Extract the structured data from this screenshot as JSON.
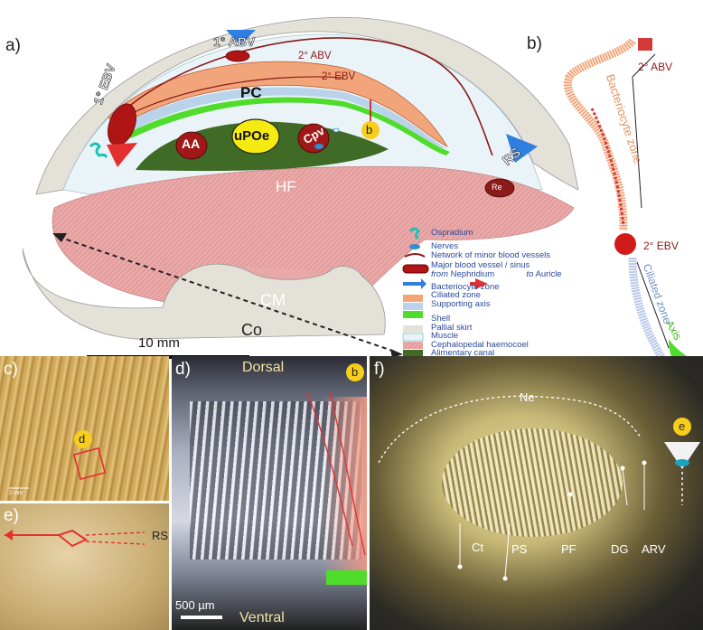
{
  "panels": {
    "a": "a)",
    "b": "b)",
    "c": "c)",
    "d": "d)",
    "e": "e)",
    "f": "f)"
  },
  "panel_a": {
    "labels": {
      "abv1": "1° ABV",
      "abv2": "2° ABV",
      "ebv2": "2° EBV",
      "ebv1": "1° EBV",
      "pc": "PC",
      "aa": "AA",
      "upoe": "uPOe",
      "cpv": "Cpv",
      "b_marker": "b",
      "hf": "HF",
      "rs": "RS",
      "re": "Re",
      "cm": "CM",
      "co": "Co",
      "scale": "10 mm"
    },
    "legend": [
      {
        "label": "Ospradium",
        "color": "#19c3b8"
      },
      {
        "label": "Nerves",
        "color": "#2f8fd0"
      },
      {
        "label": "Network of minor blood vessels",
        "color": "#8b1a1a"
      },
      {
        "label": "Major blood vessel / sinus",
        "color": "#b01515"
      },
      {
        "label": "Bacteriocyte zone",
        "color": "#f2a57a"
      },
      {
        "label": "Ciliated zone",
        "color": "#b9d3ea"
      },
      {
        "label": "Supporting axis",
        "color": "#4fdc2a"
      },
      {
        "label": "Shell",
        "color": "#e4e1d8"
      },
      {
        "label": "Pallial skirt",
        "color": "#e9f3f8"
      },
      {
        "label": "Muscle",
        "color": "#e7a3a3"
      },
      {
        "label": "Cephalopedal haemocoel",
        "color": "#3f6b27"
      },
      {
        "label": "Alimentary canal",
        "color": "#f5ea12"
      }
    ],
    "from_nephridium": {
      "prefix": "from",
      "rest": " Nephridium"
    },
    "to_auricle": {
      "prefix": "to",
      "rest": " Auricle"
    }
  },
  "panel_b": {
    "abv2": "2° ABV",
    "bact": "Bacteriocyte zone",
    "ebv2": "2° EBV",
    "cil": "Ciliated zone",
    "axis": "Axis"
  },
  "panel_c": {
    "d_marker": "d",
    "scale": "2 mm"
  },
  "panel_d": {
    "dorsal": "Dorsal",
    "ventral": "Ventral",
    "b_marker": "b",
    "scale": "500 µm"
  },
  "panel_e": {
    "rs": "RS"
  },
  "panel_f": {
    "ne": "Ne",
    "e_marker": "e",
    "labels": [
      "Ct",
      "PS",
      "PF",
      "DG",
      "ARV"
    ]
  },
  "colors": {
    "shell": "#e4e1d8",
    "muscle": "#e7a3a3",
    "haemocoel": "#3f6b27",
    "vessel": "#b01515",
    "marker": "#f7cf1a",
    "nephridium": "#2f7fe0"
  }
}
